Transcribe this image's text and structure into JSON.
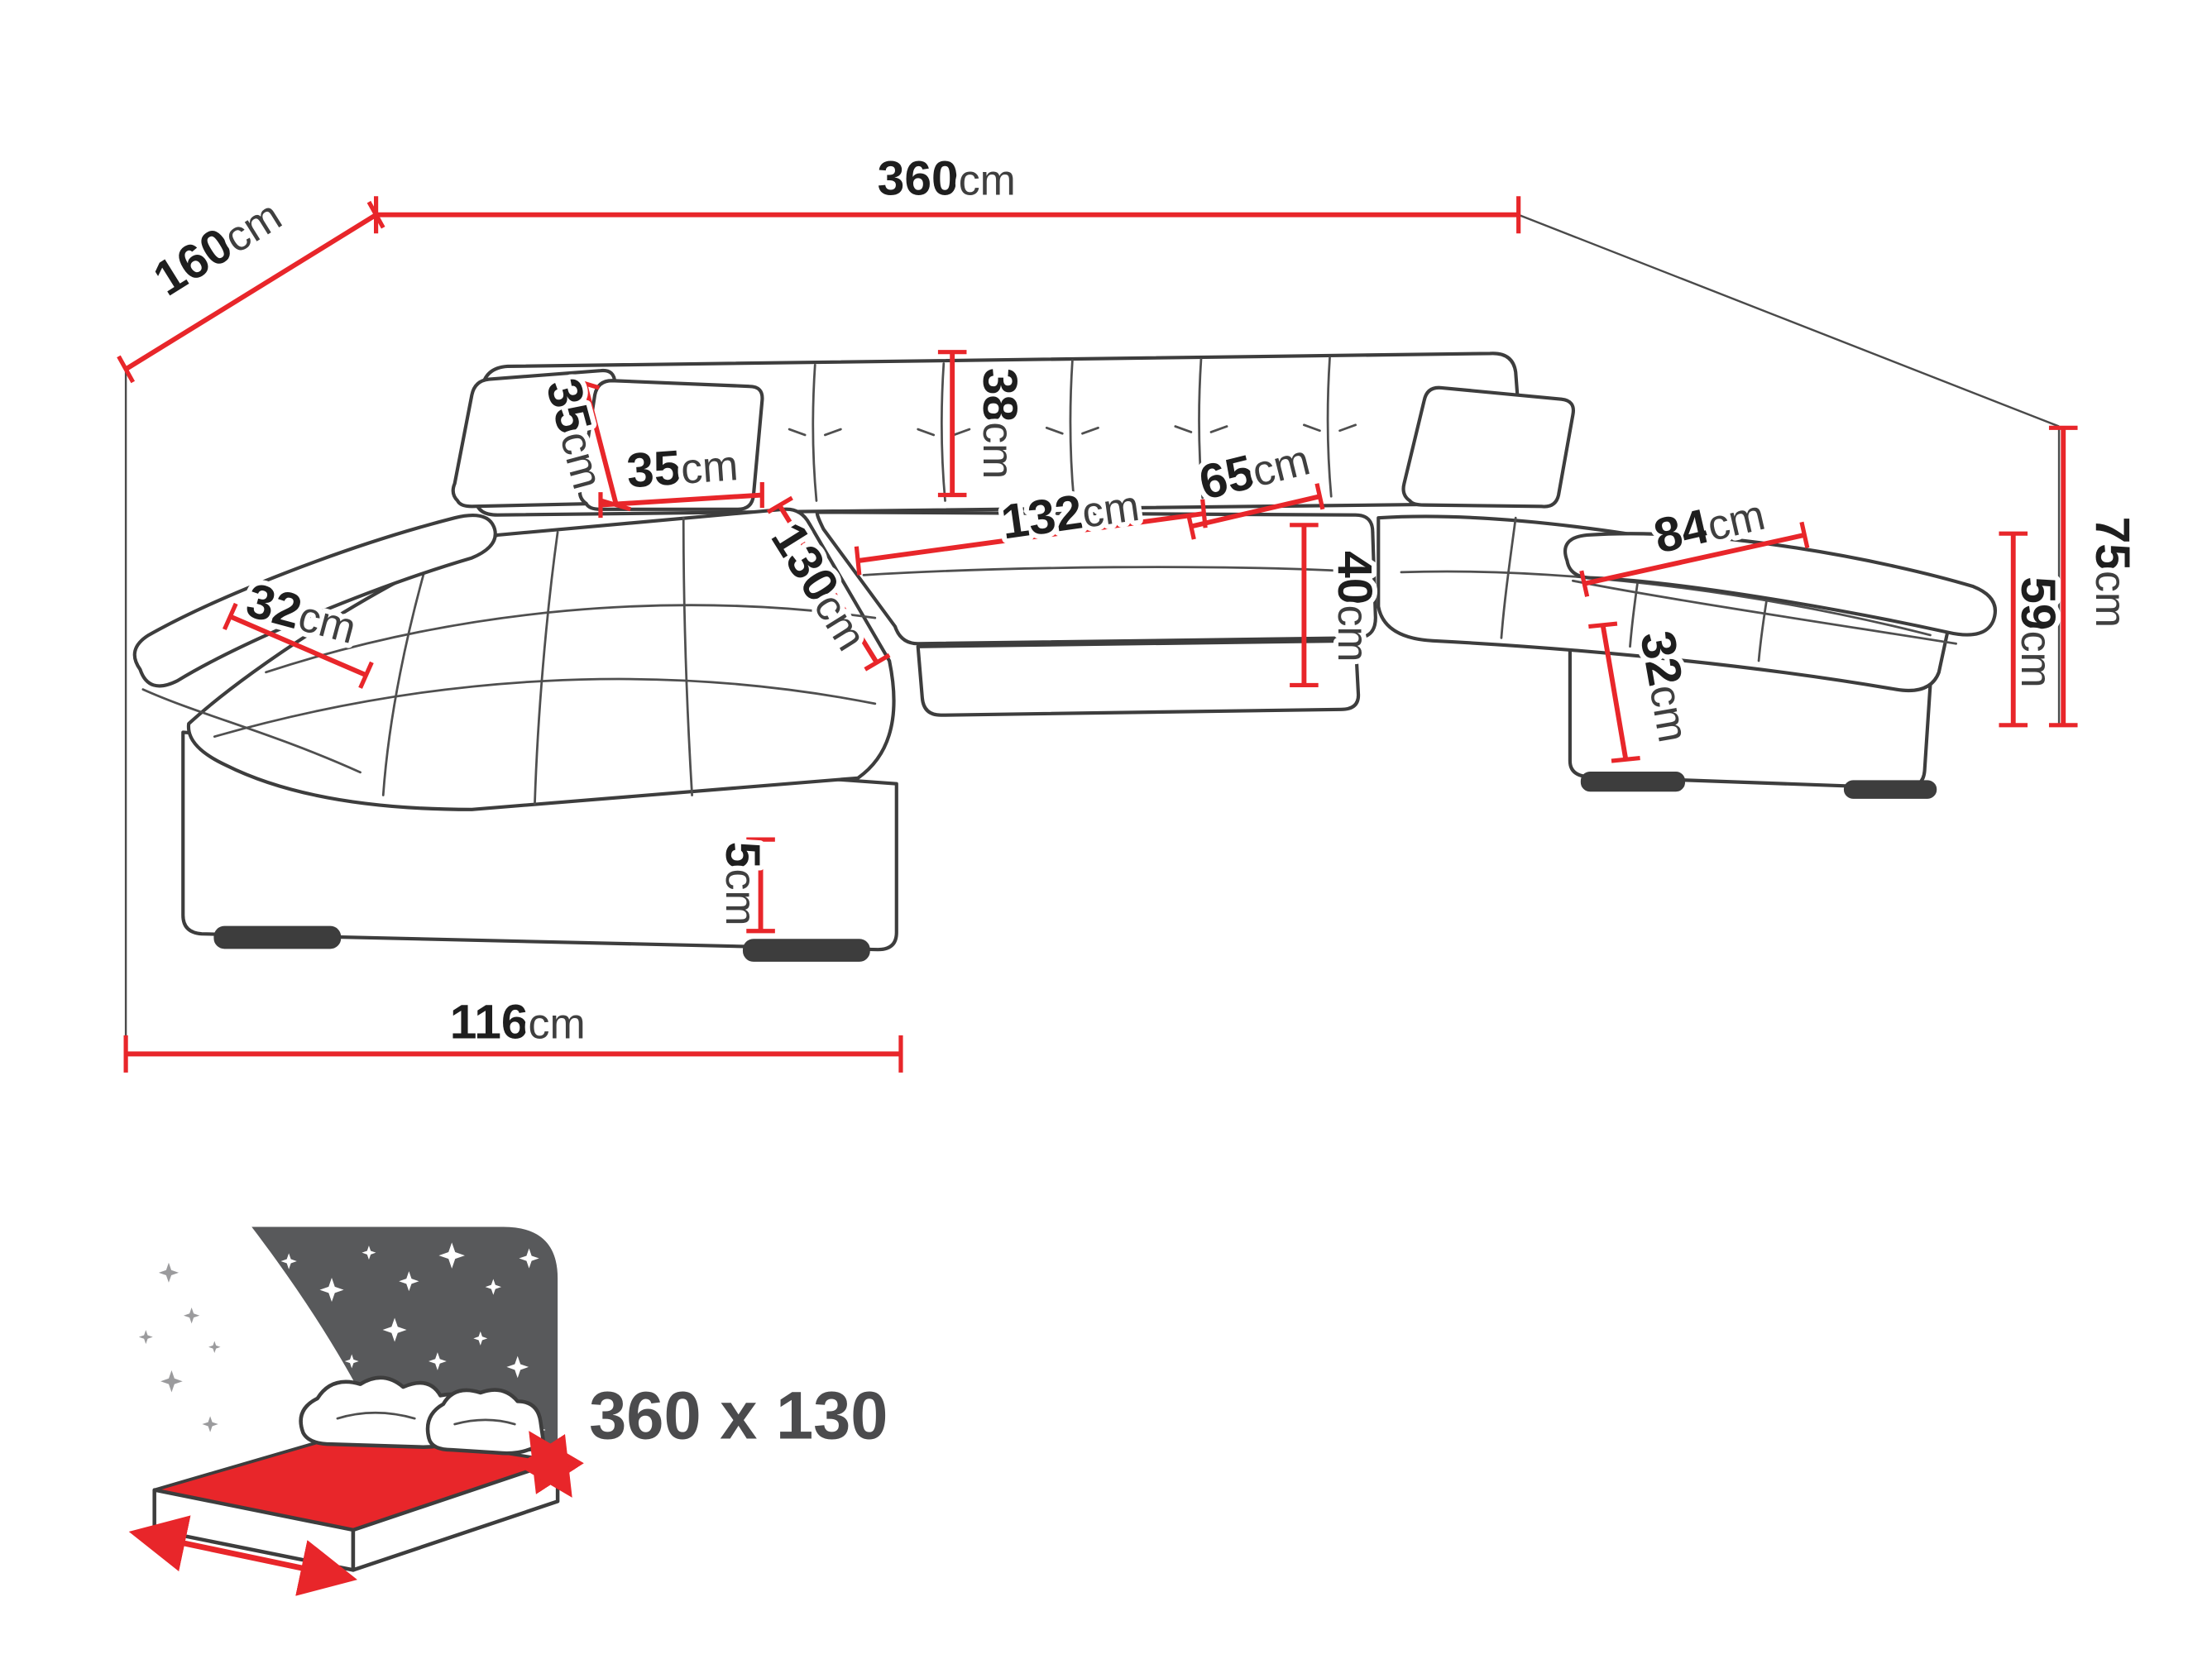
{
  "colors": {
    "dimension_line": "#e8262a",
    "sofa_outline": "#3d3d3d",
    "headboard_panel": "#58595b",
    "mattress_top": "#e8262a"
  },
  "dims": {
    "total_width": {
      "value": "360",
      "unit": "cm"
    },
    "total_depth": {
      "value": "160",
      "unit": "cm"
    },
    "pillow_height": {
      "value": "35",
      "unit": "cm"
    },
    "pillow_width": {
      "value": "35",
      "unit": "cm"
    },
    "backrest_height": {
      "value": "38",
      "unit": "cm"
    },
    "chaise_seat_depth": {
      "value": "130",
      "unit": "cm"
    },
    "center_seat_width": {
      "value": "132",
      "unit": "cm"
    },
    "right_seat_depth": {
      "value": "65",
      "unit": "cm"
    },
    "seat_front_height": {
      "value": "40",
      "unit": "cm"
    },
    "right_seat_length": {
      "value": "84",
      "unit": "cm"
    },
    "left_armrest_width": {
      "value": "32",
      "unit": "cm"
    },
    "right_armrest_height": {
      "value": "32",
      "unit": "cm"
    },
    "leg_height": {
      "value": "5",
      "unit": "cm"
    },
    "chaise_length": {
      "value": "116",
      "unit": "cm"
    },
    "total_height": {
      "value": "75",
      "unit": "cm"
    },
    "seat_height": {
      "value": "59",
      "unit": "cm"
    }
  },
  "sleeping_area": "360 x 130"
}
